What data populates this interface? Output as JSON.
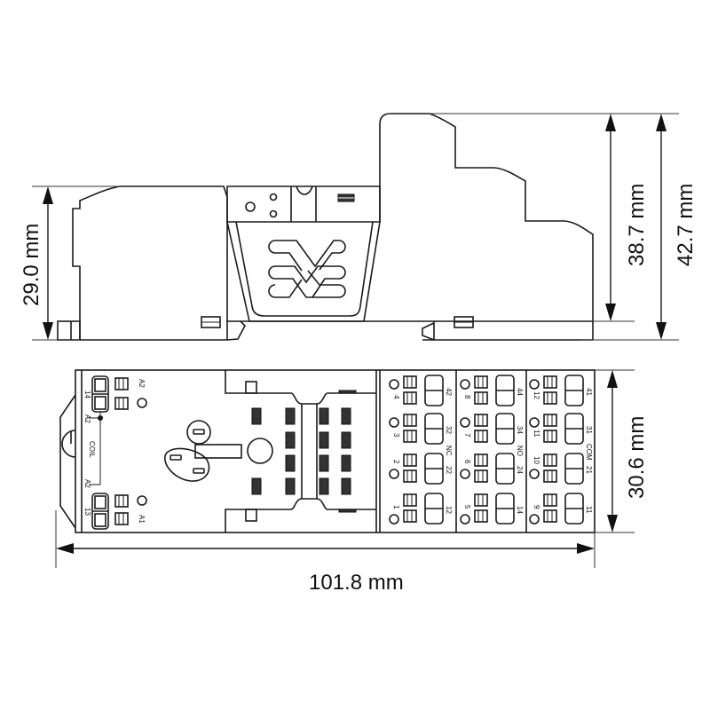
{
  "drawing": {
    "subject": "Relay socket dimensional drawing",
    "views": [
      "side-view",
      "top-view"
    ]
  },
  "dimensions": {
    "side_height_left": "29.0 mm",
    "side_height_mid": "38.7 mm",
    "side_height_total": "42.7 mm",
    "top_depth": "30.6 mm",
    "top_width": "101.8 mm"
  },
  "coil_section": {
    "label": "COIL",
    "terminals": {
      "top_left": "14",
      "top_right": "A2",
      "bottom_left": "13",
      "bottom_right": "A1",
      "coil_top": "A2",
      "coil_bottom": "A2"
    }
  },
  "contact_blocks": [
    {
      "group_label": "NC",
      "rows": [
        {
          "index": "4",
          "terminal": "42"
        },
        {
          "index": "3",
          "terminal": "32"
        },
        {
          "index": "2",
          "terminal": "22"
        },
        {
          "index": "1",
          "terminal": "12"
        }
      ]
    },
    {
      "group_label": "NO",
      "rows": [
        {
          "index": "8",
          "terminal": "44"
        },
        {
          "index": "7",
          "terminal": "34"
        },
        {
          "index": "6",
          "terminal": "24"
        },
        {
          "index": "5",
          "terminal": "14"
        }
      ]
    },
    {
      "group_label": "COM",
      "rows": [
        {
          "index": "12",
          "terminal": "41"
        },
        {
          "index": "11",
          "terminal": "31"
        },
        {
          "index": "10",
          "terminal": "21"
        },
        {
          "index": "9",
          "terminal": "11"
        }
      ]
    }
  ]
}
